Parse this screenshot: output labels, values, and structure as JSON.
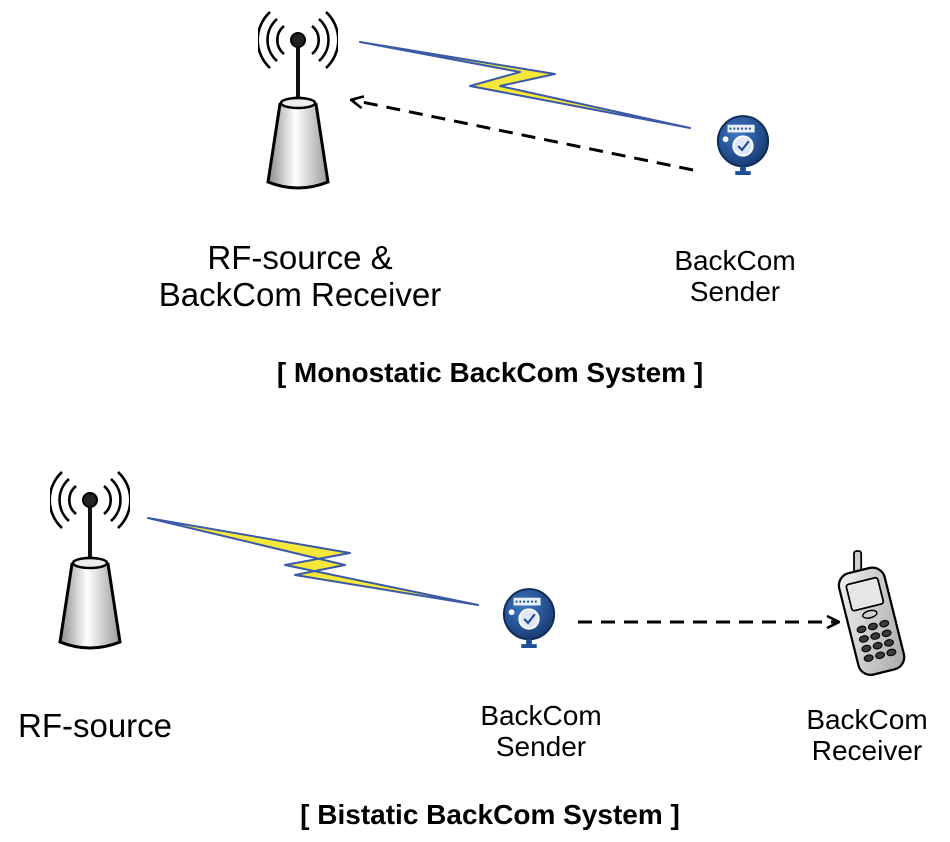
{
  "monostatic": {
    "caption": "[ Monostatic BackCom System ]",
    "source_label": [
      "RF-source &",
      "BackCom Receiver"
    ],
    "sender_label": [
      "BackCom",
      "Sender"
    ]
  },
  "bistatic": {
    "caption": "[ Bistatic BackCom System ]",
    "source_label": "RF-source",
    "sender_label": [
      "BackCom",
      "Sender"
    ],
    "receiver_label": [
      "BackCom",
      "Receiver"
    ]
  },
  "icons": {
    "rf_source": "antenna-tower-icon",
    "sender": "backscatter-tag-icon",
    "receiver": "mobile-phone-icon",
    "rf_signal": "lightning-bolt-icon"
  },
  "colors": {
    "lightning_fill": "#f5e83a",
    "lightning_edge": "#3a5aa8",
    "tag_body": "#1f4e96",
    "arrow": "#000000"
  }
}
